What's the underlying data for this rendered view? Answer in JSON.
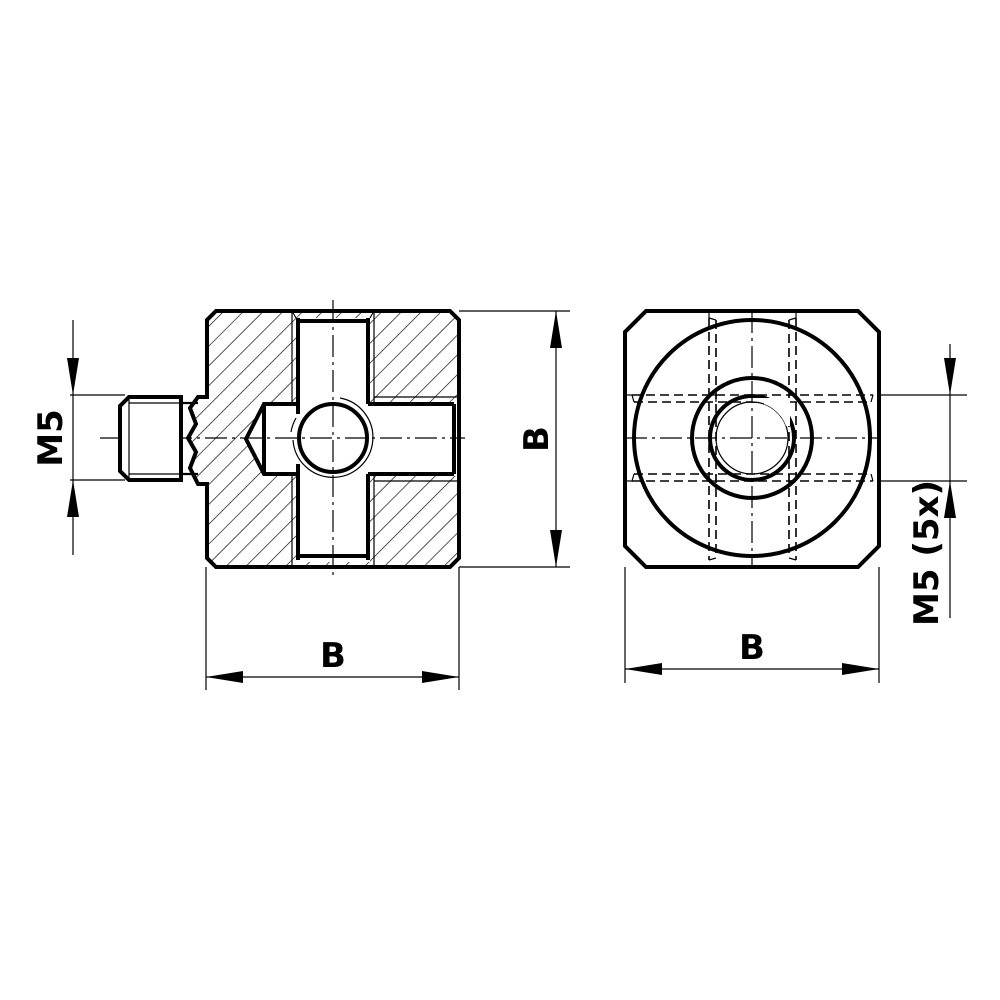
{
  "drawing": {
    "type": "technical-drawing",
    "views": [
      {
        "name": "section-view",
        "description": "Cross-section of cube connector with set screw"
      },
      {
        "name": "end-view",
        "description": "Face view of cube connector"
      }
    ],
    "colors": {
      "line": "#000000",
      "background": "#ffffff"
    }
  },
  "dimensions": {
    "thread_left": {
      "label": "M5"
    },
    "height_section": {
      "label": "B"
    },
    "width_section": {
      "label": "B"
    },
    "width_end": {
      "label": "B"
    },
    "thread_end": {
      "label": "M5 (5x)"
    }
  }
}
